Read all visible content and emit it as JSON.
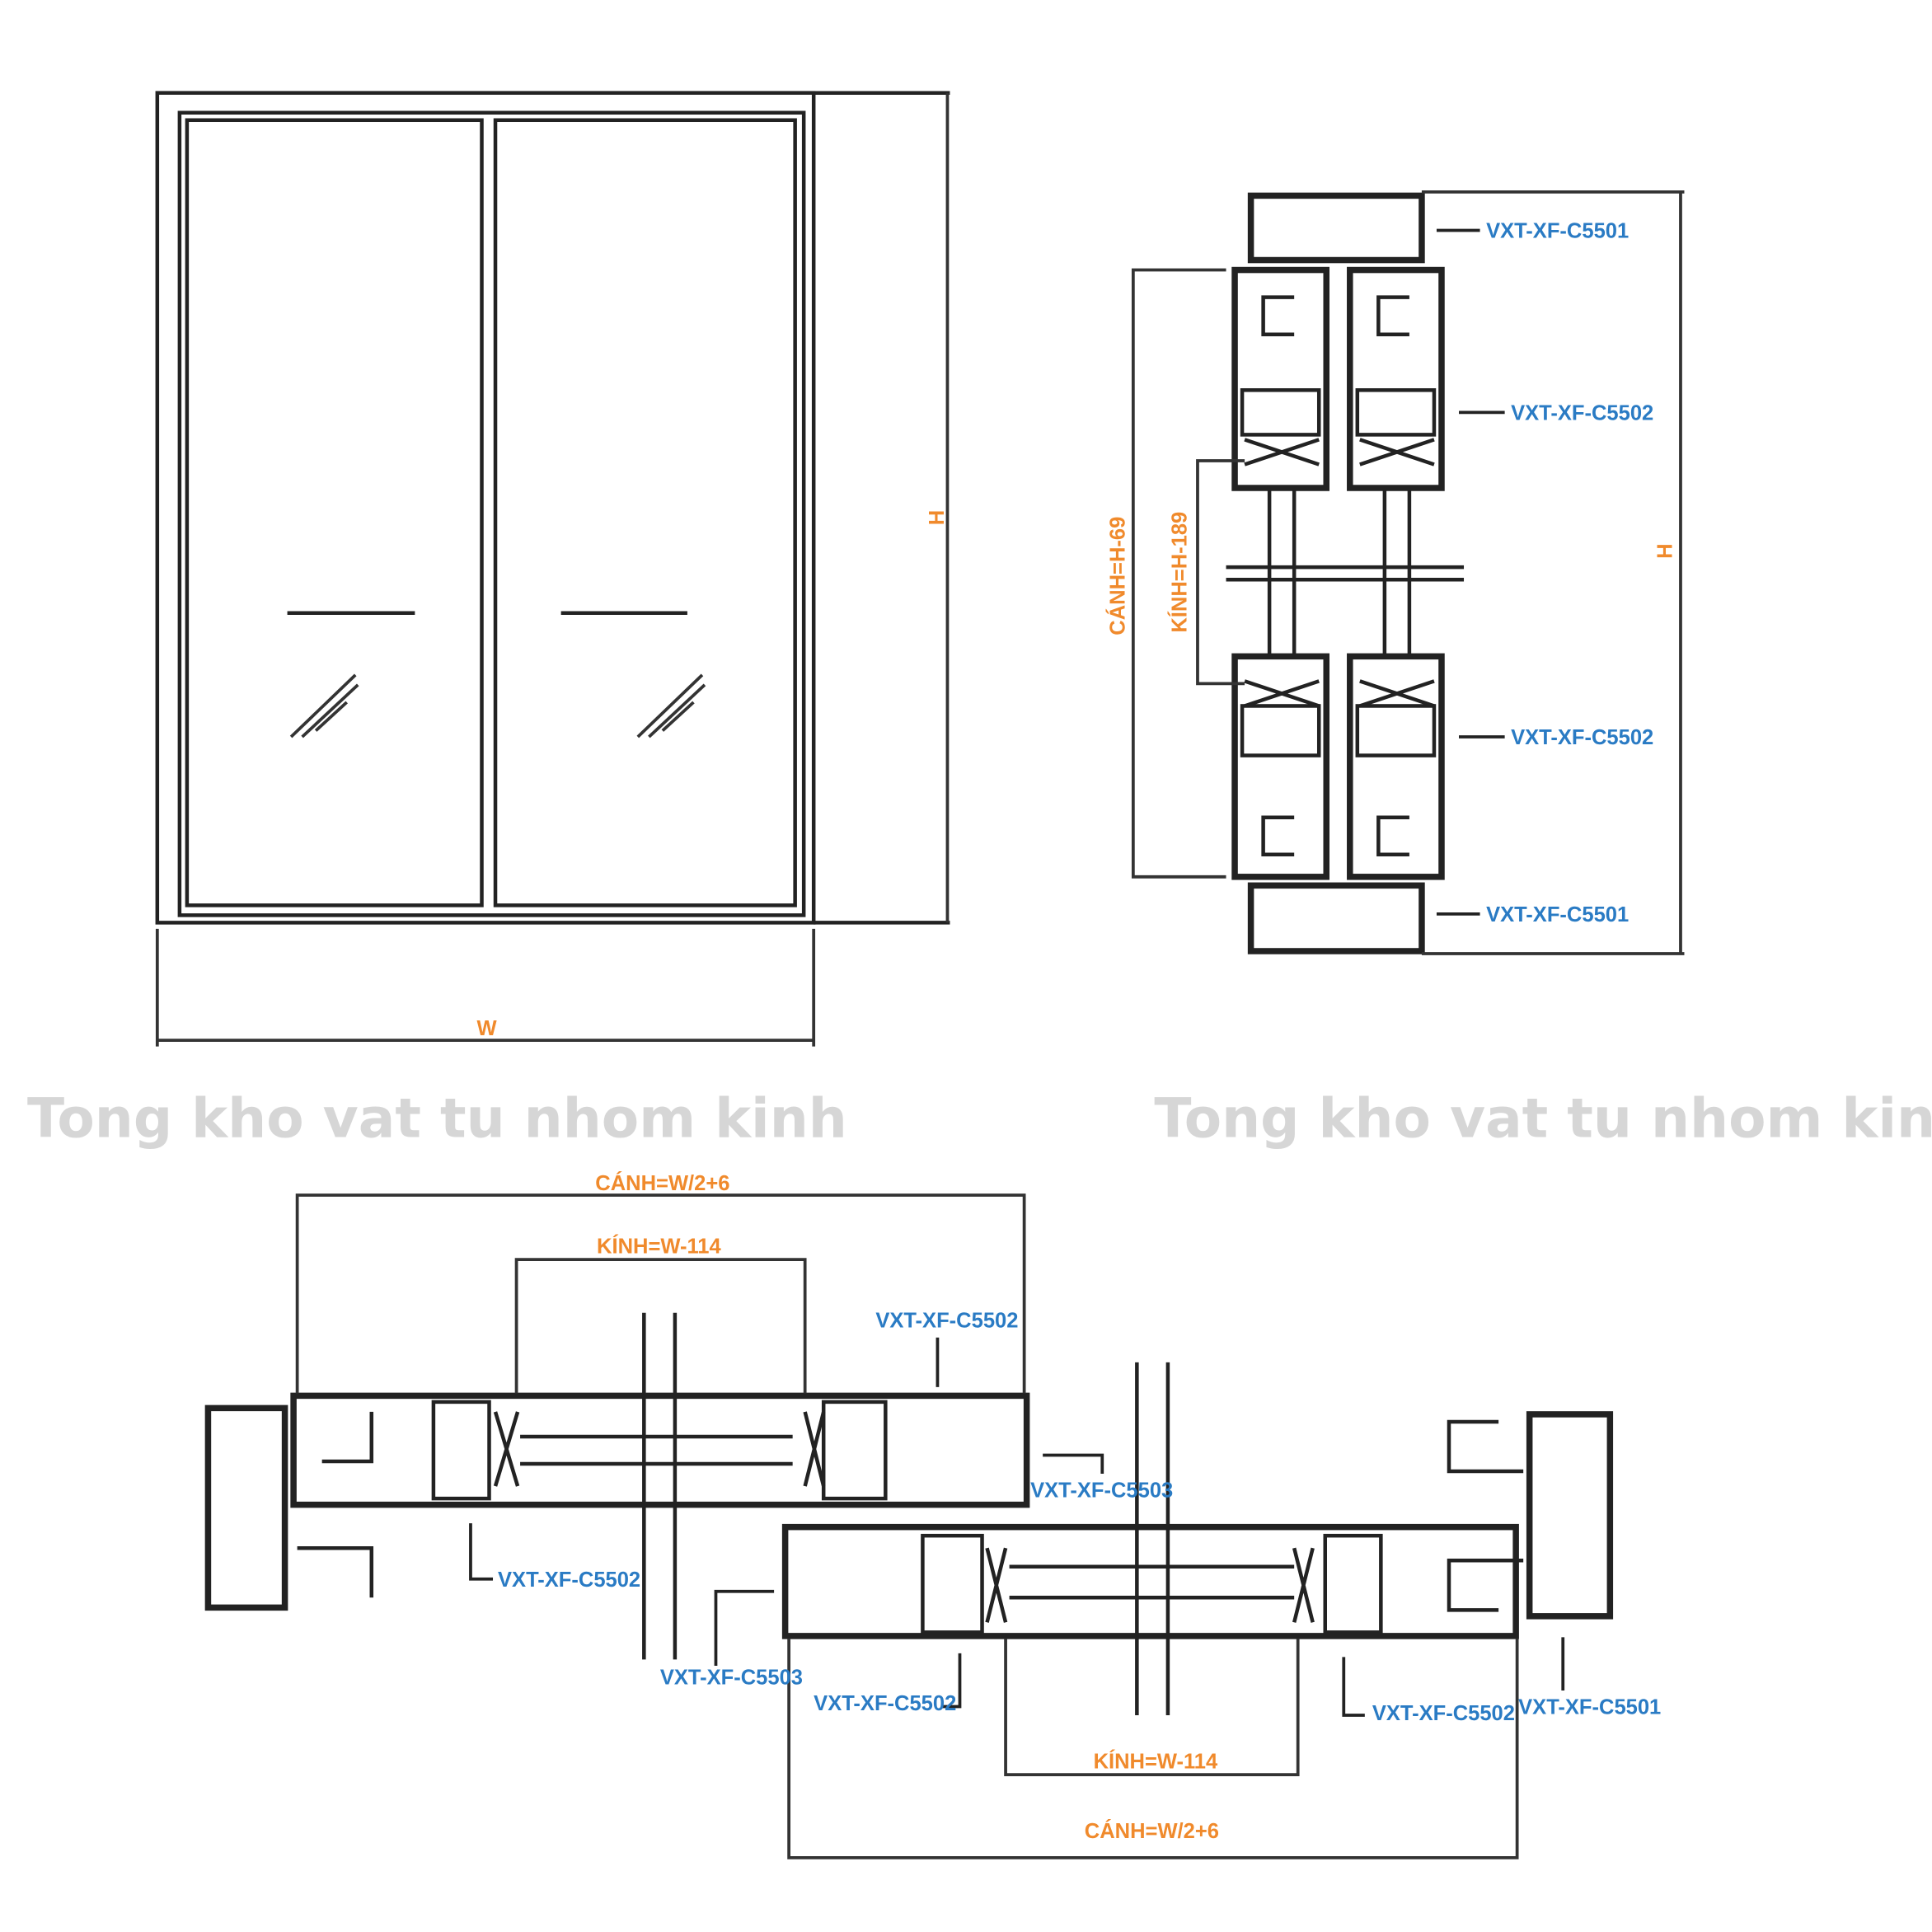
{
  "colors": {
    "dimension": "#f08a2c",
    "profile": "#2a7bc4",
    "line": "#222222",
    "watermark": "#d6d6d6"
  },
  "elevation": {
    "width_label": "W",
    "height_label": "H"
  },
  "vertical_section": {
    "height_label": "H",
    "sash_label": "CÁNH=H-69",
    "glass_label": "KÍNH=H-189",
    "profiles": [
      "VXT-XF-C5501",
      "VXT-XF-C5502",
      "VXT-XF-C5502",
      "VXT-XF-C5501"
    ]
  },
  "watermarks": [
    "Tong kho vat tu nhom kinh",
    "Tong kho vat tu nhom kinh"
  ],
  "horizontal_section": {
    "sash_top_label": "CÁNH=W/2+6",
    "glass_top_label": "KÍNH=W-114",
    "glass_bottom_label": "KÍNH=W-114",
    "sash_bottom_label": "CÁNH=W/2+6",
    "profiles": [
      "VXT-XF-C5502",
      "VXT-XF-C5503",
      "VXT-XF-C5502",
      "VXT-XF-C5503",
      "VXT-XF-C5502",
      "VXT-XF-C5502",
      "VXT-XF-C5501"
    ]
  }
}
